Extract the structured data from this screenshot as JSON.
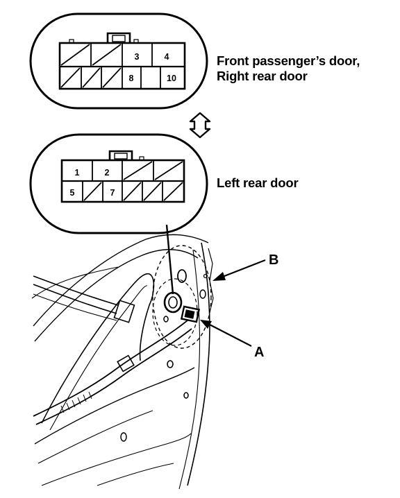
{
  "top_connector": {
    "label_line1": "Front passenger’s door,",
    "label_line2": "Right rear door",
    "row1_pins": [
      "3",
      "4"
    ],
    "row2_pins": [
      "8",
      "10"
    ]
  },
  "bottom_connector": {
    "label": "Left rear door",
    "row1_pins": [
      "1",
      "2"
    ],
    "row2_pins": [
      "5",
      "7"
    ]
  },
  "callouts": {
    "a": "A",
    "b": "B"
  }
}
